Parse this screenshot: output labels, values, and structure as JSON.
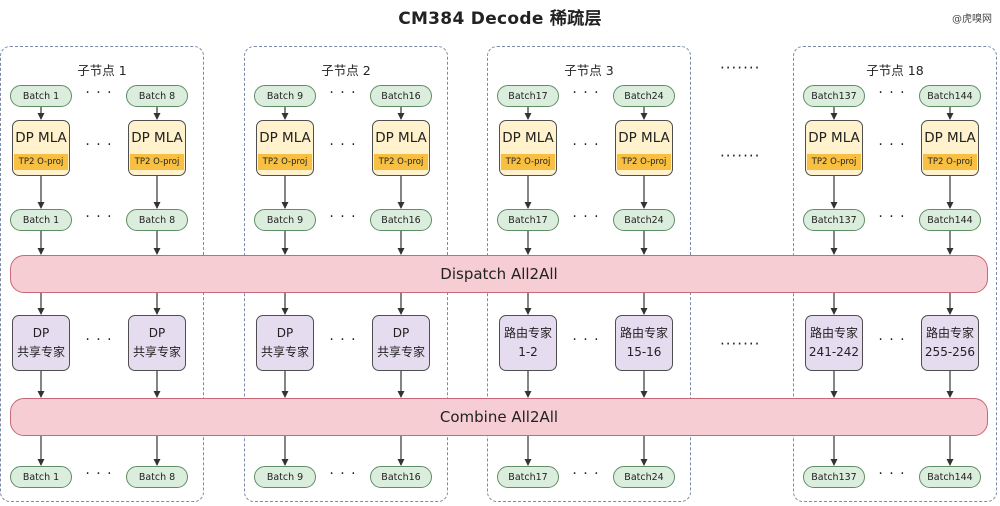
{
  "title": "CM384 Decode 稀疏层",
  "watermark": "@虎嗅网",
  "ellipsis": "· · ·",
  "between_nodes_ellipsis": "·······",
  "dispatch_label": "Dispatch All2All",
  "combine_label": "Combine All2All",
  "mla": {
    "label": "DP MLA",
    "tag": "TP2 O-proj"
  },
  "nodes": [
    {
      "label": "子节点 1",
      "batches": [
        "Batch 1",
        "Batch 8"
      ],
      "experts": [
        {
          "line1": "DP",
          "line2": "共享专家"
        },
        {
          "line1": "DP",
          "line2": "共享专家"
        }
      ]
    },
    {
      "label": "子节点 2",
      "batches": [
        "Batch 9",
        "Batch16"
      ],
      "experts": [
        {
          "line1": "DP",
          "line2": "共享专家"
        },
        {
          "line1": "DP",
          "line2": "共享专家"
        }
      ]
    },
    {
      "label": "子节点 3",
      "batches": [
        "Batch17",
        "Batch24"
      ],
      "experts": [
        {
          "line1": "路由专家",
          "line2": "1-2"
        },
        {
          "line1": "路由专家",
          "line2": "15-16"
        }
      ]
    },
    {
      "label": "子节点 18",
      "batches": [
        "Batch137",
        "Batch144"
      ],
      "experts": [
        {
          "line1": "路由专家",
          "line2": "241-242"
        },
        {
          "line1": "路由专家",
          "line2": "255-256"
        }
      ]
    }
  ]
}
